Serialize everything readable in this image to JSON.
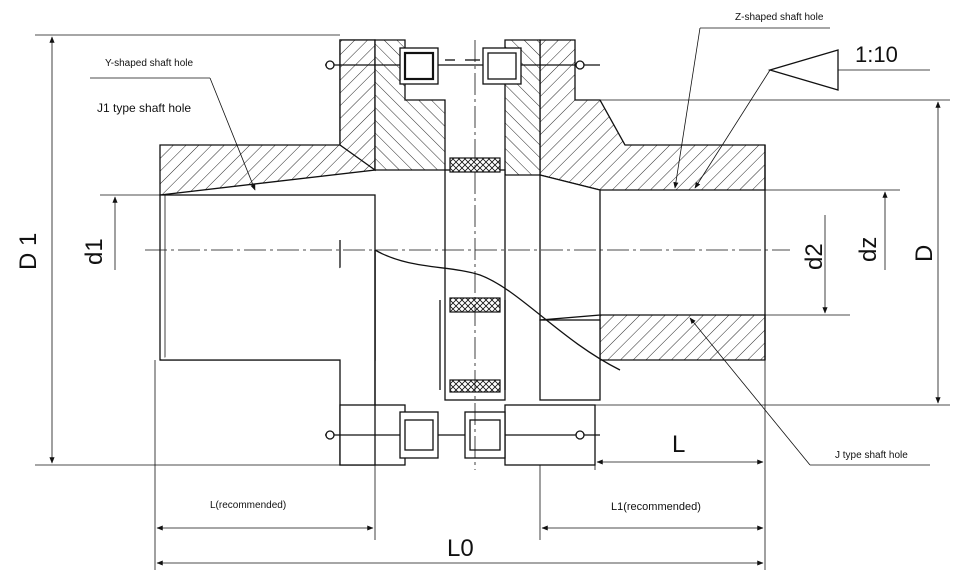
{
  "labels": {
    "y_shaped": "Y-shaped shaft hole",
    "j1_type": "J1 type shaft hole",
    "z_shaped": "Z-shaped shaft hole",
    "taper": "1:10",
    "j_type": "J type shaft hole",
    "d1_left": "D 1",
    "d1": "d1",
    "d2": "d2",
    "dz": "dz",
    "d_right": "D",
    "l_right": "L",
    "l_recommended": "L(recommended)",
    "l1_recommended": "L1(recommended)",
    "l0": "L0"
  }
}
